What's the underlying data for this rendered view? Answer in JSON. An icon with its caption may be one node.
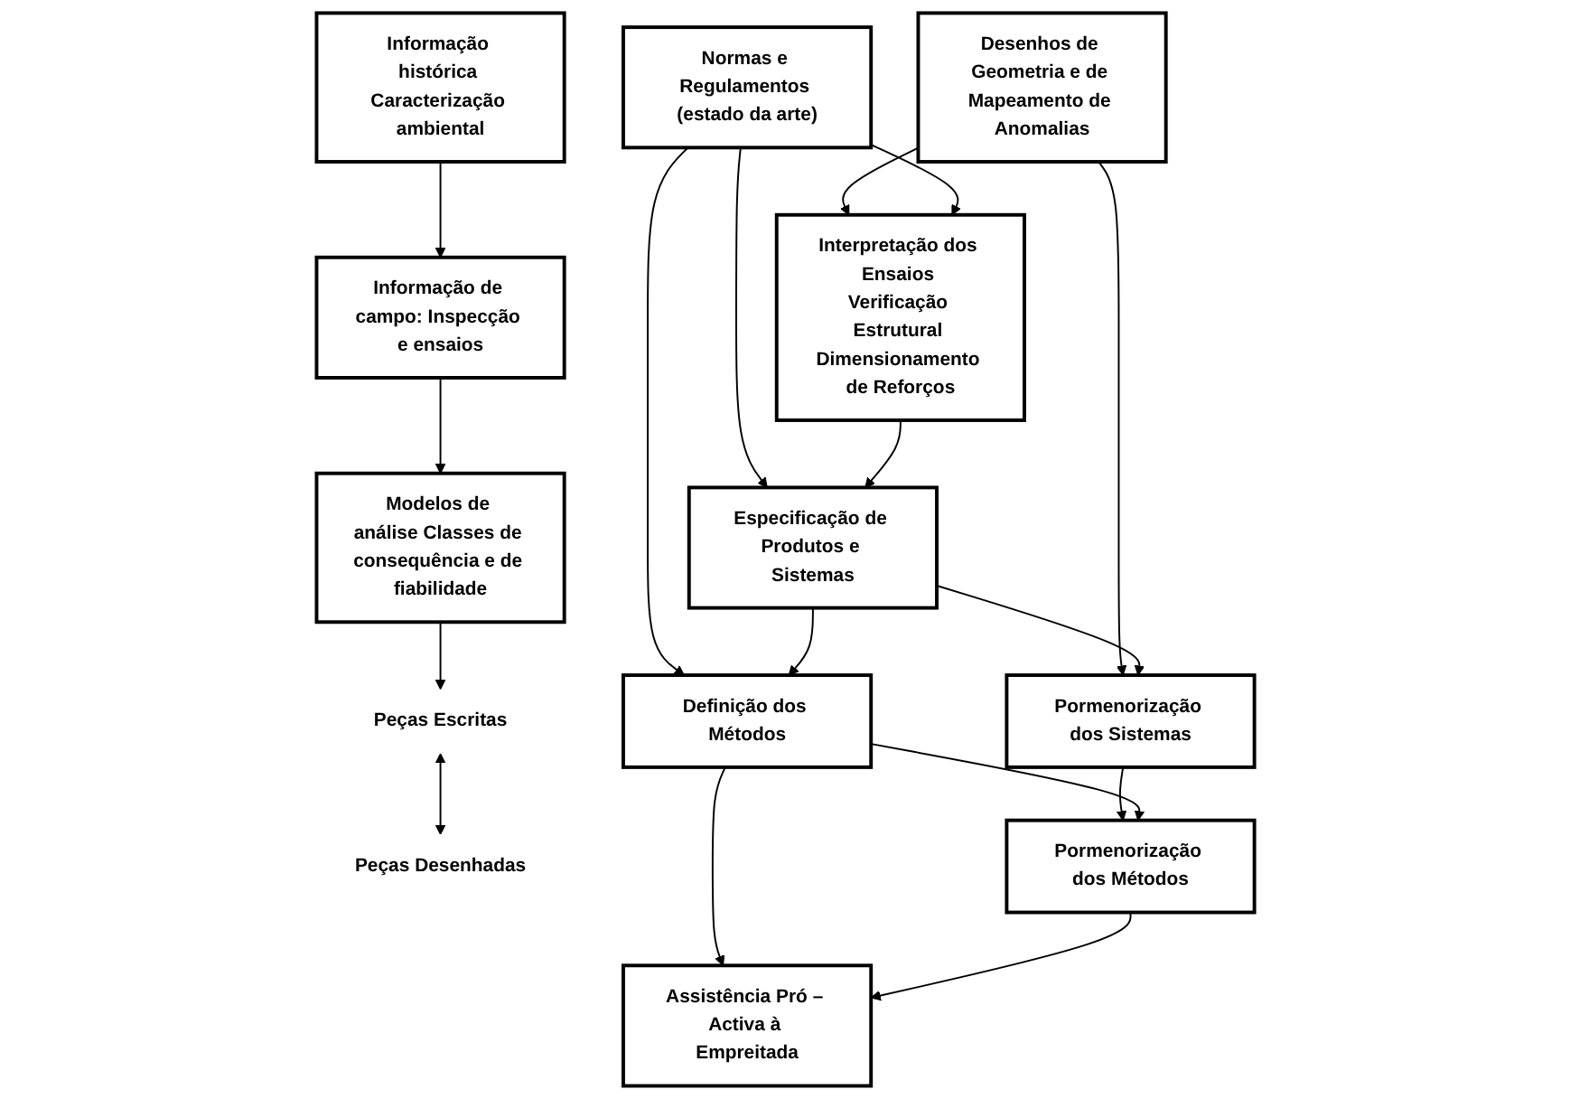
{
  "diagram": {
    "nodes": [
      {
        "text": [
          "Modelos de análise Classes de consequência e de fiabilidade"
        ]
      },
      {
        "text": [
          "Peças Escritas"
        ]
      },
      {
        "text": [
          "Peças Desenhadas"
        ]
      },
      {
        "text": [
          "Interpretação dos Ensaios Verificação Estrutural Dimensionamento de Reforços"
        ]
      },
      {
        "text": [
          "Desenhos de Geometria e de Mapeamento de Anomalias"
        ]
      },
      {
        "text": [
          "Informação de campo: Inspecção e ensaios"
        ]
      },
      {
        "text": [
          "Normas e Regulamentos (estado da arte)"
        ]
      },
      {
        "text": [
          "Especificação de Produtos e Sistemas"
        ]
      },
      {
        "text": [
          "Pormenorização dos Sistemas"
        ]
      },
      {
        "text": [
          "Informação histórica Caracterização ambiental"
        ]
      },
      {
        "text": [
          "Definição dos Métodos"
        ]
      },
      {
        "text": [
          "Pormenorização dos Métodos"
        ]
      },
      {
        "text": [
          "Assistência Pró – Activa à Empreitada"
        ]
      }
    ],
    "edges": [
      {
        "from": 0,
        "to": 1,
        "arrow": "to"
      },
      {
        "from": 1,
        "to": 2,
        "arrow": "both"
      },
      {
        "from": 4,
        "to": 3,
        "arrow": "to"
      },
      {
        "from": 6,
        "to": 3,
        "arrow": "to"
      },
      {
        "from": 6,
        "to": 7,
        "arrow": "to"
      },
      {
        "from": 6,
        "to": 10,
        "arrow": "to"
      },
      {
        "from": 3,
        "to": 7,
        "arrow": "to"
      },
      {
        "from": 4,
        "to": 8,
        "arrow": "to"
      },
      {
        "from": 7,
        "to": 8,
        "arrow": "to"
      },
      {
        "from": 7,
        "to": 10,
        "arrow": "to"
      },
      {
        "from": 8,
        "to": 11,
        "arrow": "to"
      },
      {
        "from": 10,
        "to": 11,
        "arrow": "to"
      },
      {
        "from": 10,
        "to": 12,
        "arrow": "to"
      },
      {
        "from": 11,
        "to": 12,
        "arrow": "to"
      },
      {
        "from": 9,
        "to": 5,
        "arrow": "to"
      },
      {
        "from": 5,
        "to": 0,
        "arrow": "to"
      }
    ]
  }
}
